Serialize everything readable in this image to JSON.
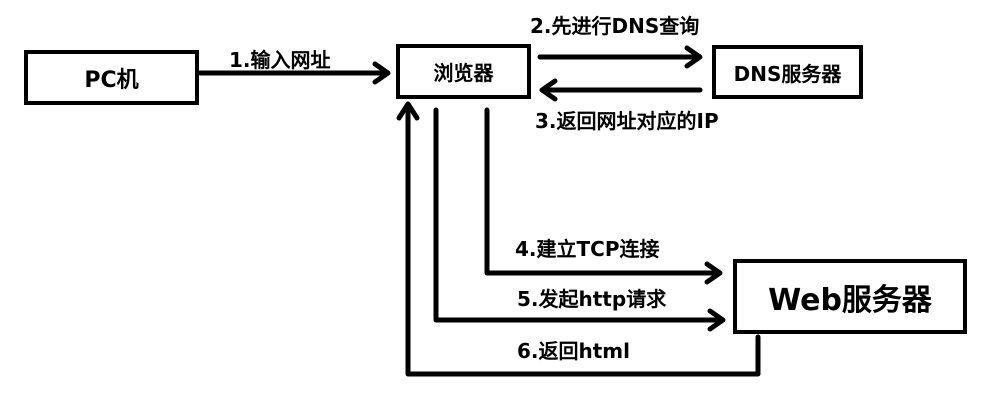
{
  "nodes": {
    "pc": "PC机",
    "browser": "浏览器",
    "dns_server": "DNS服务器",
    "web_server": "Web服务器"
  },
  "steps": {
    "s1": "1.输入网址",
    "s2": "2.先进行DNS查询",
    "s3": "3.返回网址对应的IP",
    "s4": "4.建立TCP连接",
    "s5": "5.发起http请求",
    "s6": "6.返回html"
  }
}
